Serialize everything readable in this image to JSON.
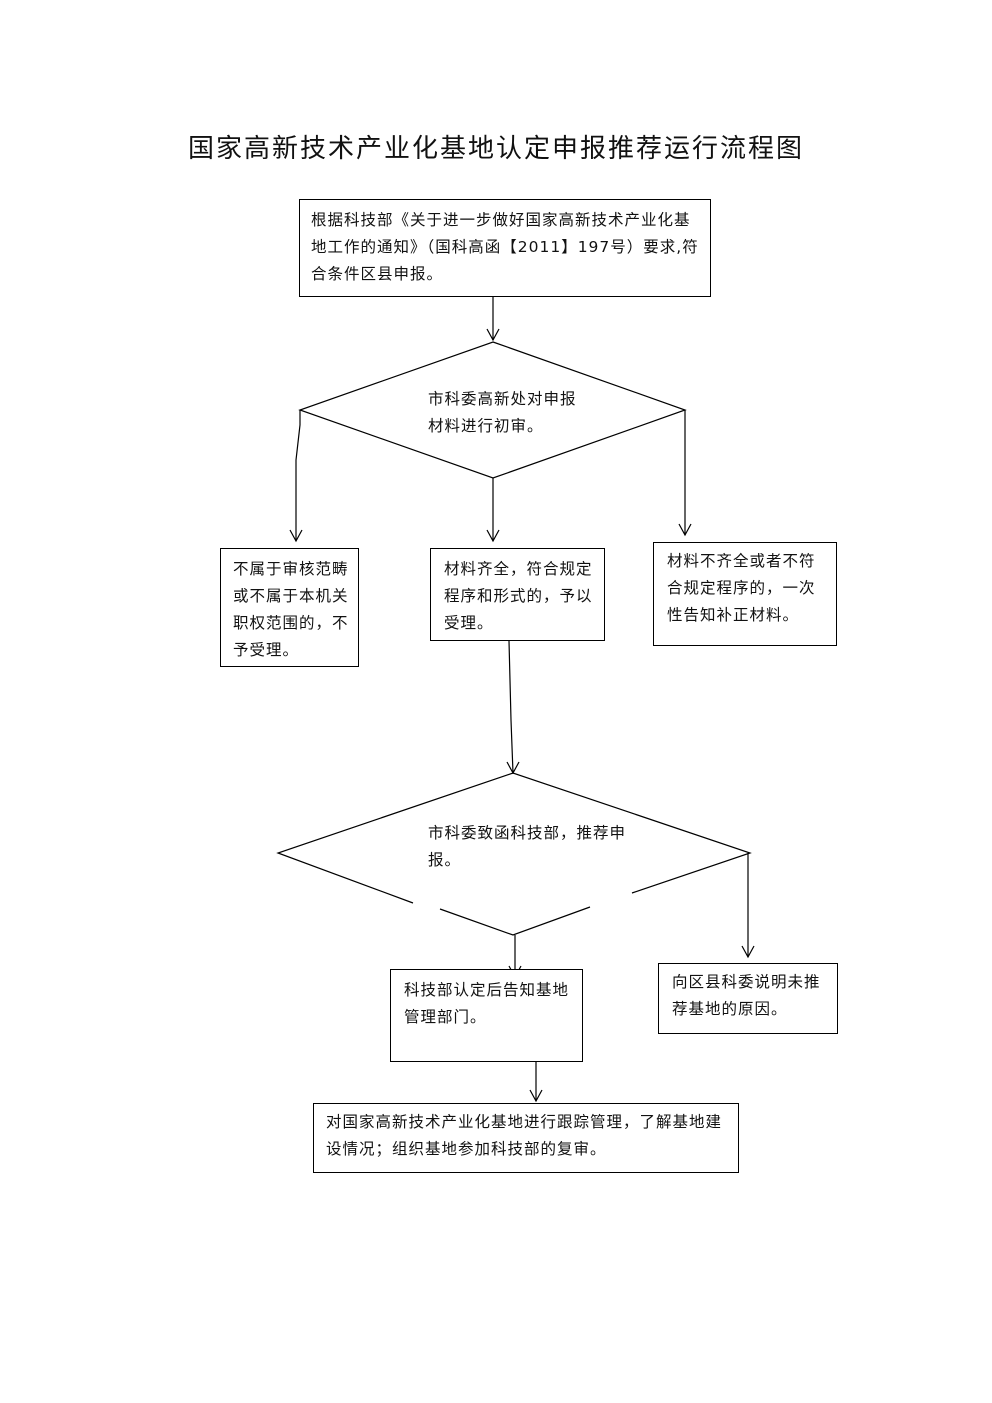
{
  "title": "国家高新技术产业化基地认定申报推荐运行流程图",
  "nodes": {
    "start": "根据科技部《关于进一步做好国家高新技术产业化基地工作的通知》（国科高函【2011】197号）要求,符合条件区县申报。",
    "review": "市科委高新处对申报材料进行初审。",
    "reject": "不属于审核范畴或不属于本机关职权范围的，不予受理。",
    "accept": "材料齐全，符合规定程序和形式的，予以受理。",
    "supplement": "材料不齐全或者不符合规定程序的，一次性告知补正材料。",
    "recommend": "市科委致函科技部，推荐申报。",
    "notify": "科技部认定后告知基地管理部门。",
    "explain": "向区县科委说明未推荐基地的原因。",
    "track": "对国家高新技术产业化基地进行跟踪管理，了解基地建设情况；组织基地参加科技部的复审。"
  }
}
